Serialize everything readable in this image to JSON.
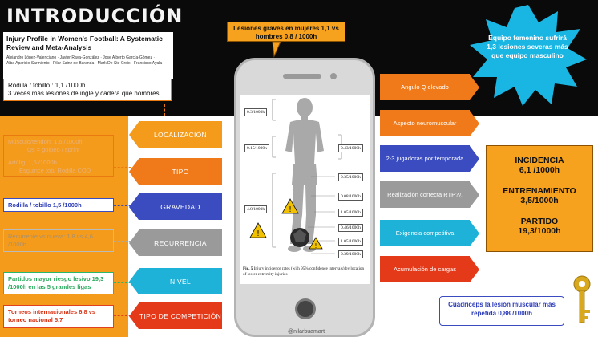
{
  "title": "INTRODUCCIÓN",
  "paper": {
    "title": "Injury Profile in Women's Football: A Systematic Review and Meta-Analysis",
    "authors_line1": "Alejandro López-Valenciano · Javier Raya-González · Jose Alberto García-Gómez ·",
    "authors_line2": "Alba Aparicio-Sarmiento · Pilar Sainz de Baranda · Mark De Ste Croix · Francisco Ayala"
  },
  "notes": {
    "top_center": "Lesiones graves en mujeres 1,1 vs hombres 0,8 / 1000h",
    "rodilla_line1": "Rodilla / tobillo : 1,1 /1000h",
    "rodilla_line2": "3 veces más lesiones de ingle y cadera que hombres"
  },
  "star_text": "Equipo femenino sufrirá 1,3 lesiones severas más que equipo masculino",
  "left_boxes": {
    "b1_line1": "Músculo/tendón: 1,6 /1000h",
    "b1_line2": "Qs = golpeo / sprint",
    "b1_line3": "Art/ lig: 1,5 /1000h",
    "b1_line4": "Esguince tob/ Rodilla COD",
    "b2": "Rodilla / tobillo 1,5 /1000h",
    "b3": "Recurrente vs nueva: 1,8 vs 4,6 /1000h",
    "b4": "Partidos mayor riesgo lesivo 19,3 /1000h en las 5 grandes ligas",
    "b5": "Torneos internacionales 6,8 vs torneo nacional 5,7"
  },
  "categories": [
    {
      "label": "LOCALIZACIÓN",
      "color": "#f49b1b"
    },
    {
      "label": "TIPO",
      "color": "#f07a1a"
    },
    {
      "label": "GRAVEDAD",
      "color": "#3a4cc0"
    },
    {
      "label": "RECURRENCIA",
      "color": "#9a9a9a"
    },
    {
      "label": "NIVEL",
      "color": "#1fb2d8"
    },
    {
      "label": "TIPO DE COMPETICIÓN",
      "color": "#e53a1a"
    }
  ],
  "right_bars": [
    {
      "label": "Angulo Q elevado",
      "color": "#f07a1a"
    },
    {
      "label": "Aspecto neuromuscular",
      "color": "#f07a1a"
    },
    {
      "label": "2-3 jugadoras por temporada",
      "color": "#3a4cc0"
    },
    {
      "label": "Realización correcta RTP?¿",
      "color": "#9a9a9a"
    },
    {
      "label": "Exigencia competitiva",
      "color": "#1fb2d8"
    },
    {
      "label": "Acumulación de cargas",
      "color": "#e53a1a"
    }
  ],
  "stats": [
    {
      "label": "INCIDENCIA",
      "value": "6,1 /1000h"
    },
    {
      "label": "ENTRENAMIENTO",
      "value": "3,5/1000h"
    },
    {
      "label": "PARTIDO",
      "value": "19,3/1000h"
    }
  ],
  "figure": {
    "rates_left": [
      "0.3/1000h",
      "0.15/1000h",
      "4.8/1000h"
    ],
    "rates_right": [
      "0.43/1000h",
      "0.35/1000h",
      "0.08/1000h",
      "1.05/1000h",
      "0.46/1000h",
      "1.05/1000h",
      "0.39/1000h"
    ],
    "caption_bold": "Fig. 5",
    "caption": "Injury incidence rates (with 95% confidence intervals) by location of lower extremity injuries"
  },
  "cuadriceps_text": "Cuádriceps la lesión muscular más repetida 0,88 /1000h",
  "footer": "@nilarbuamart"
}
